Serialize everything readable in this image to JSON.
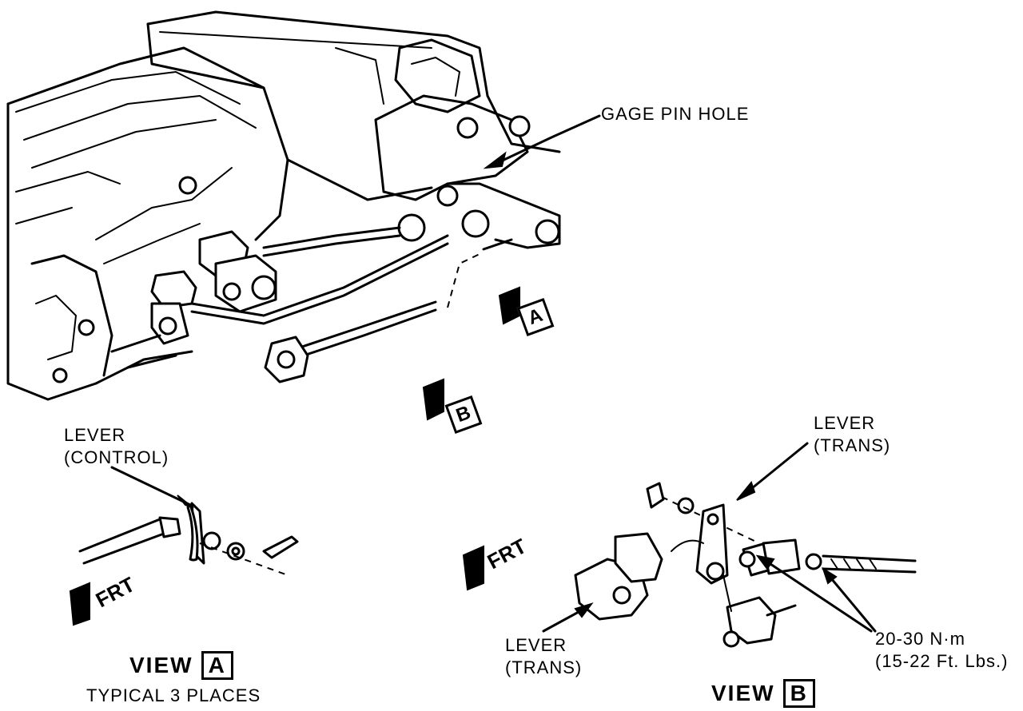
{
  "labels": {
    "gage_pin_hole": "GAGE PIN HOLE",
    "lever_control_line1": "LEVER",
    "lever_control_line2": "(CONTROL)",
    "lever_trans_top_line1": "LEVER",
    "lever_trans_top_line2": "(TRANS)",
    "lever_trans_bottom_line1": "LEVER",
    "lever_trans_bottom_line2": "(TRANS)",
    "torque_nm": "20-30 N·m",
    "torque_ftlbs": "(15-22 Ft. Lbs.)",
    "frt_a": "FRT",
    "frt_b": "FRT"
  },
  "callouts": {
    "a": "A",
    "b": "B"
  },
  "views": {
    "a_title": "VIEW",
    "a_letter": "A",
    "a_note": "TYPICAL 3 PLACES",
    "b_title": "VIEW",
    "b_letter": "B"
  }
}
